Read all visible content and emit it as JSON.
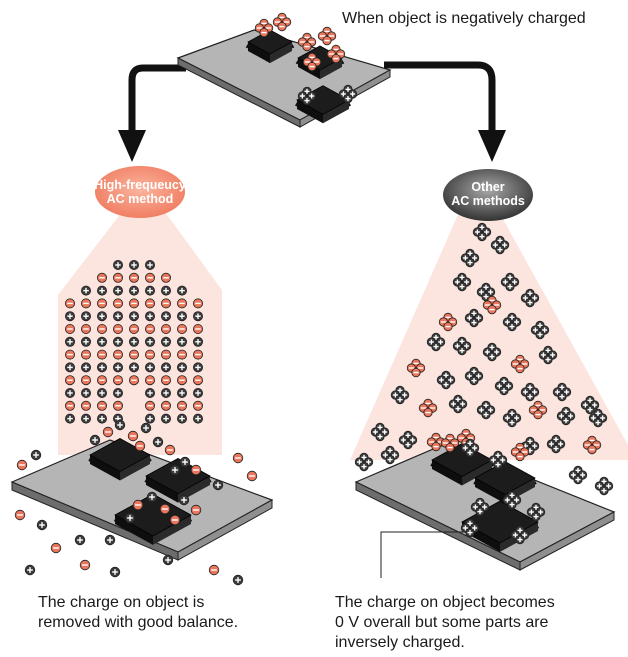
{
  "top_caption": "When object is negatively charged",
  "left_method": {
    "line1": "High-frequeucy",
    "line2": "AC method",
    "color": "#f0836a"
  },
  "right_method": {
    "line1": "Other",
    "line2": "AC methods",
    "color": "#4d4d4d"
  },
  "left_caption": "The charge on object is\nremoved with good balance.",
  "right_caption": "The charge on object becomes\n0 V overall but some parts are\ninversely charged.",
  "colors": {
    "beam": "#fde5df",
    "board": "#b4b4b4",
    "chip": "#1c1c1c",
    "negative": "#e8765c",
    "positive": "#3c3c3c"
  }
}
